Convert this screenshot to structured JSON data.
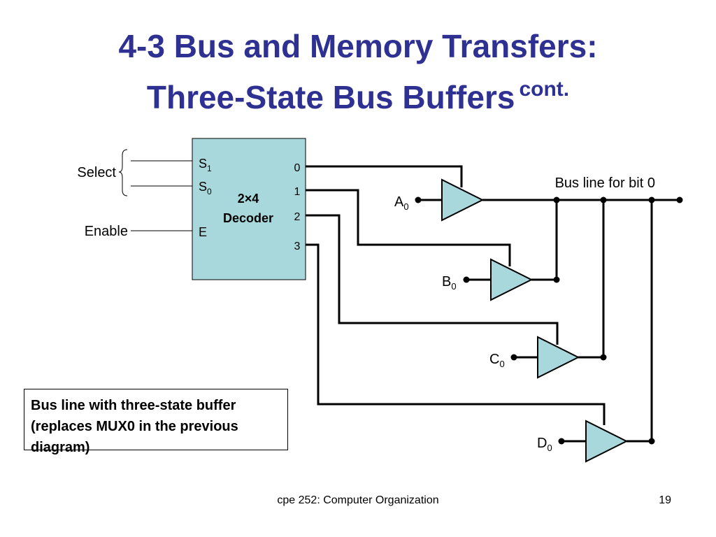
{
  "slide": {
    "title_line1": "4-3 Bus and Memory Transfers:",
    "title_line2": "Three-State Bus Buffers",
    "title_suffix": "cont.",
    "footer_course": "cpe 252: Computer Organization",
    "footer_page": "19"
  },
  "diagram": {
    "select_label": "Select",
    "enable_label": "Enable",
    "decoder": {
      "title_line1": "2×4",
      "title_line2": "Decoder",
      "in_s1_base": "S",
      "in_s1_sub": "1",
      "in_s0_base": "S",
      "in_s0_sub": "0",
      "in_e": "E",
      "out0": "0",
      "out1": "1",
      "out2": "2",
      "out3": "3"
    },
    "bus_label": "Bus line for bit 0",
    "inputs": {
      "a_base": "A",
      "a_sub": "0",
      "b_base": "B",
      "b_sub": "0",
      "c_base": "C",
      "c_sub": "0",
      "d_base": "D",
      "d_sub": "0"
    }
  },
  "note": "Bus line with three-state buffer (replaces MUX0 in the previous diagram)",
  "colors": {
    "title": "#2e3192",
    "fill": "#a8d8dc"
  }
}
